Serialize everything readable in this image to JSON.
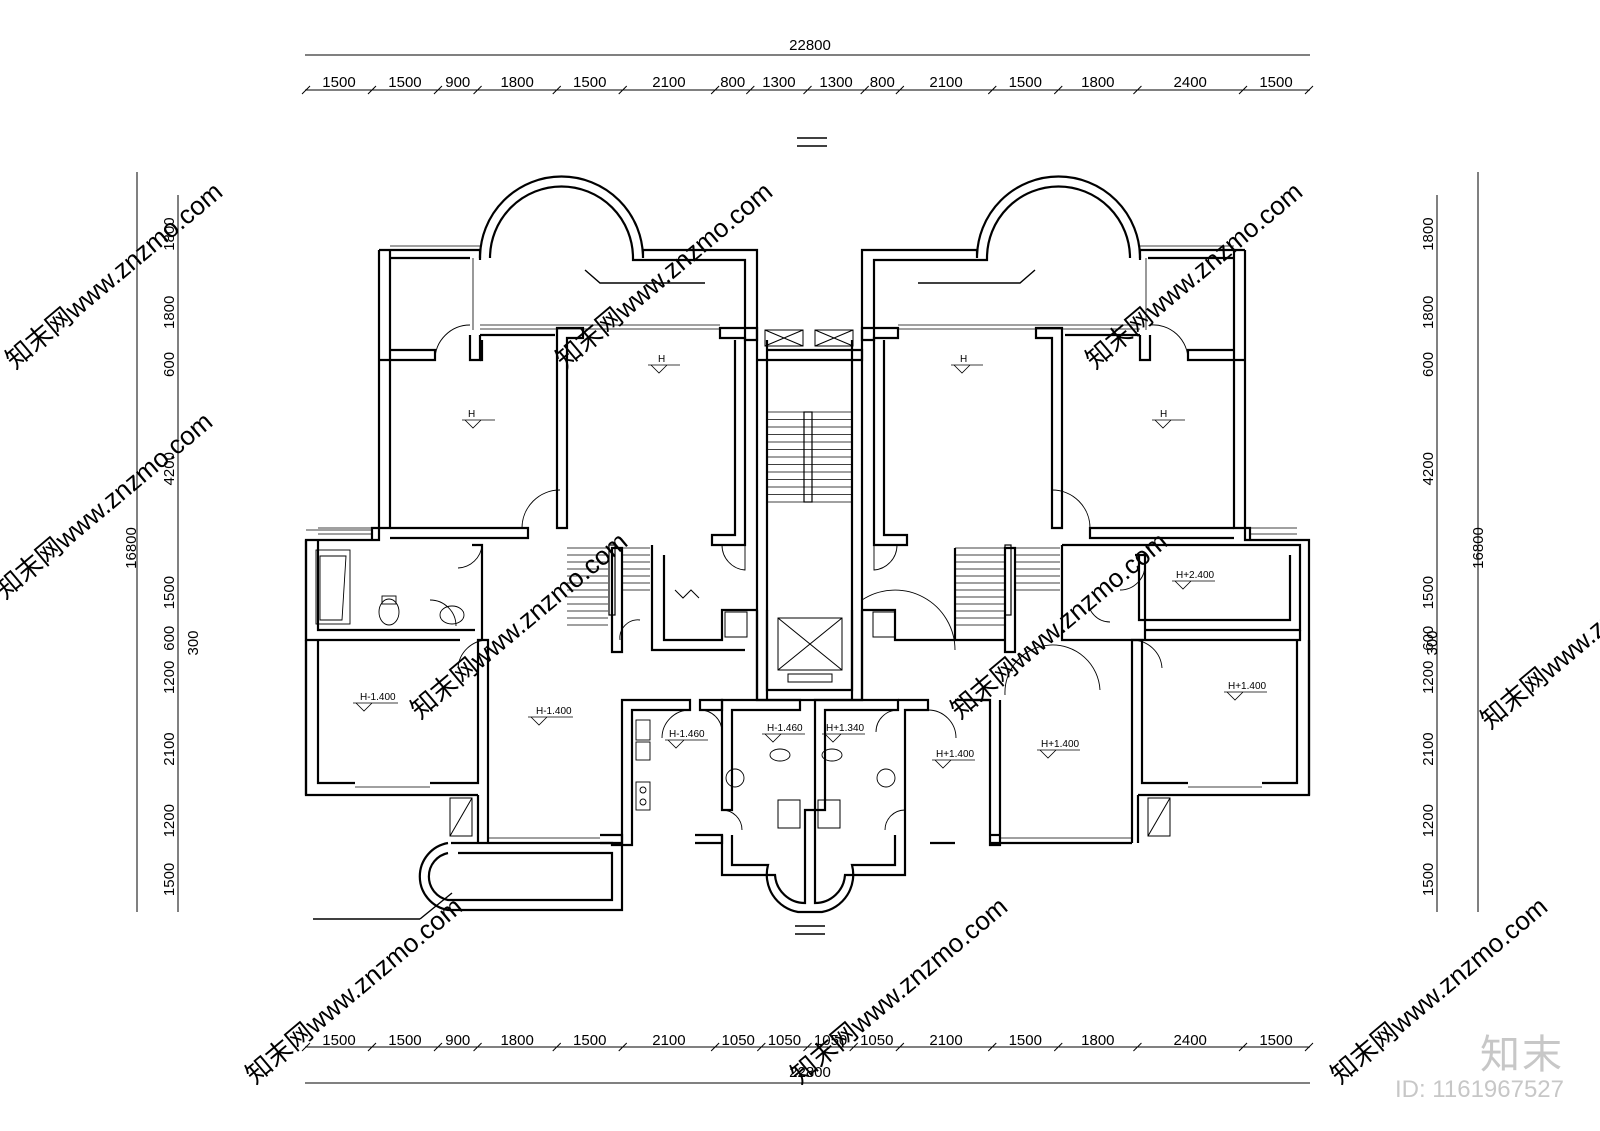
{
  "drawing": {
    "dimensions": {
      "top_total": "22800",
      "top_segments": [
        "1500",
        "1500",
        "900",
        "1800",
        "1500",
        "2100",
        "800",
        "1300",
        "1300",
        "800",
        "2100",
        "1500",
        "1800",
        "2400",
        "1500"
      ],
      "bottom_total": "22800",
      "bottom_segments": [
        "1500",
        "1500",
        "900",
        "1800",
        "1500",
        "2100",
        "1050",
        "1050",
        "1050",
        "1050",
        "2100",
        "1500",
        "1800",
        "2400",
        "1500"
      ],
      "left_total": "16800",
      "left_segments": [
        "1800",
        "1800",
        "600",
        "4200",
        "1500",
        "600",
        "1200",
        "2100",
        "1200",
        "1500"
      ],
      "left_extra": "300",
      "right_total": "16800",
      "right_segments": [
        "1800",
        "1800",
        "600",
        "4200",
        "1500",
        "600",
        "1200",
        "2100",
        "1200",
        "1500"
      ],
      "right_extra": "300"
    },
    "level_labels": {
      "l_bedroom_outer": "H",
      "l_bedroom_inner": "H",
      "r_bedroom_inner": "H",
      "r_bedroom_outer": "H",
      "l_room_a": "H-1.400",
      "l_room_b": "H-1.400",
      "l_kitchen": "H-1.460",
      "l_bath": "H-1.460",
      "r_bath": "H+1.340",
      "r_kitchen": "H+1.400",
      "r_room_b": "H+1.400",
      "r_room_a": "H+1.400",
      "r_upper_bath": "H+2.400"
    }
  },
  "watermark": {
    "text": "知末网www.znzmo.com",
    "logo": "知末",
    "id": "ID: 1161967527"
  }
}
